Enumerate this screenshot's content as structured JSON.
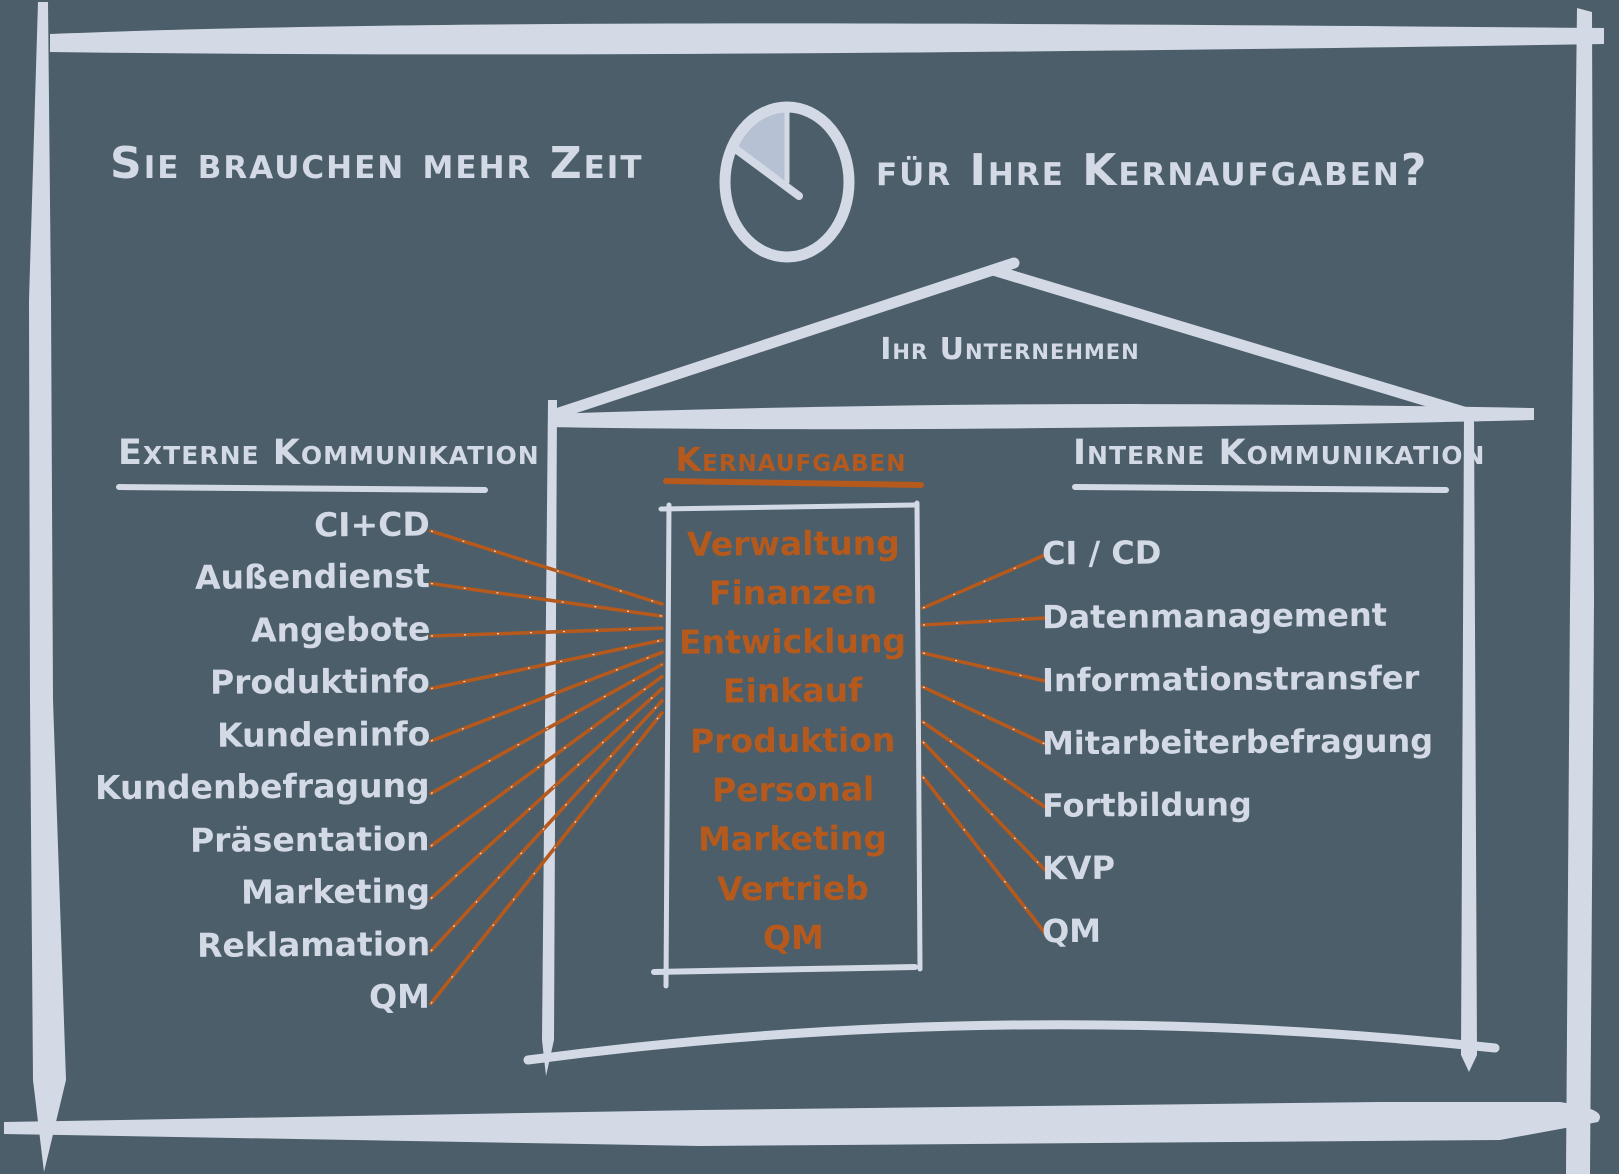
{
  "title": {
    "left": "Sie brauchen mehr Zeit",
    "right": "für Ihre Kernaufgaben?"
  },
  "icons": {
    "clock": "clock-icon-ten-to-twelve-wedge"
  },
  "house": {
    "label": "Ihr Unternehmen"
  },
  "columns": {
    "external": {
      "header": "Externe Kommunikation",
      "items": [
        "CI+CD",
        "Außendienst",
        "Angebote",
        "Produktinfo",
        "Kundeninfo",
        "Kundenbefragung",
        "Präsentation",
        "Marketing",
        "Reklamation",
        "QM"
      ]
    },
    "core": {
      "header": "Kernaufgaben",
      "items": [
        "Verwaltung",
        "Finanzen",
        "Entwicklung",
        "Einkauf",
        "Produktion",
        "Personal",
        "Marketing",
        "Vertrieb",
        "QM"
      ]
    },
    "internal": {
      "header": "Interne Kommunikation",
      "items": [
        "CI / CD",
        "Datenmanagement",
        "Informationstransfer",
        "Mitarbeiterbefragung",
        "Fortbildung",
        "KVP",
        "QM"
      ]
    }
  },
  "colors": {
    "background": "#4b5e6a",
    "chalk": "#d3dae6",
    "accent_orange": "#b5591d",
    "clock_wedge": "#b6c1d4"
  }
}
